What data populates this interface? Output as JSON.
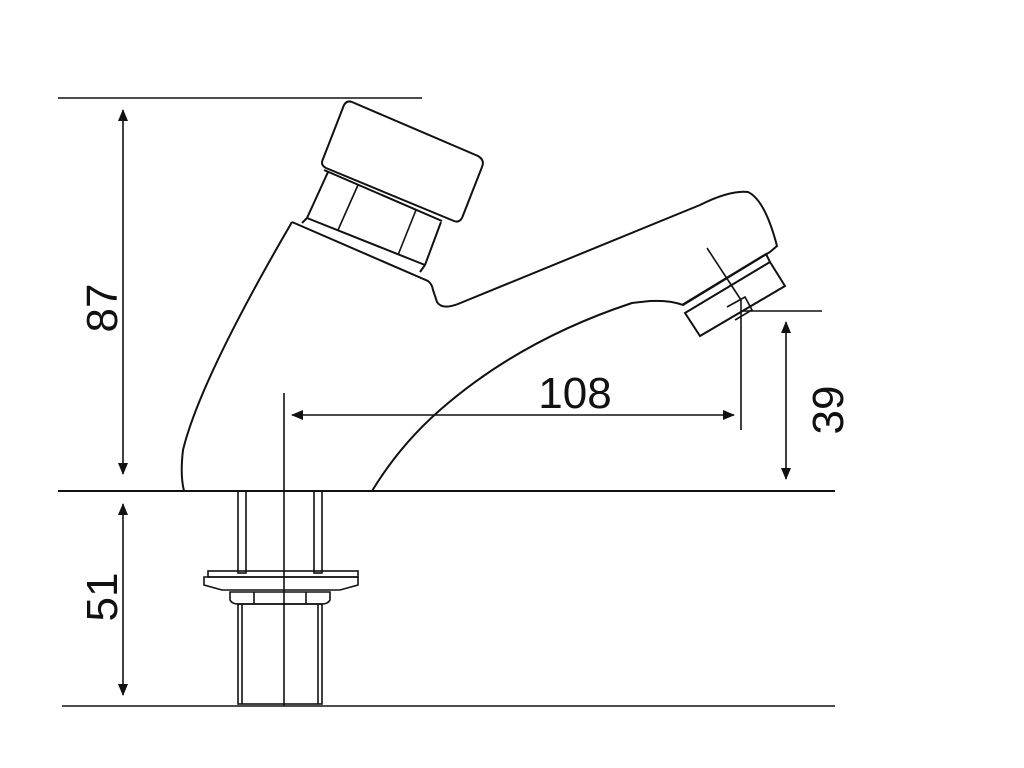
{
  "dimensions": {
    "total_height": "87",
    "spout_reach": "108",
    "spout_height": "39",
    "shank_length": "51"
  },
  "colors": {
    "line": "#111111",
    "background": "#ffffff"
  }
}
